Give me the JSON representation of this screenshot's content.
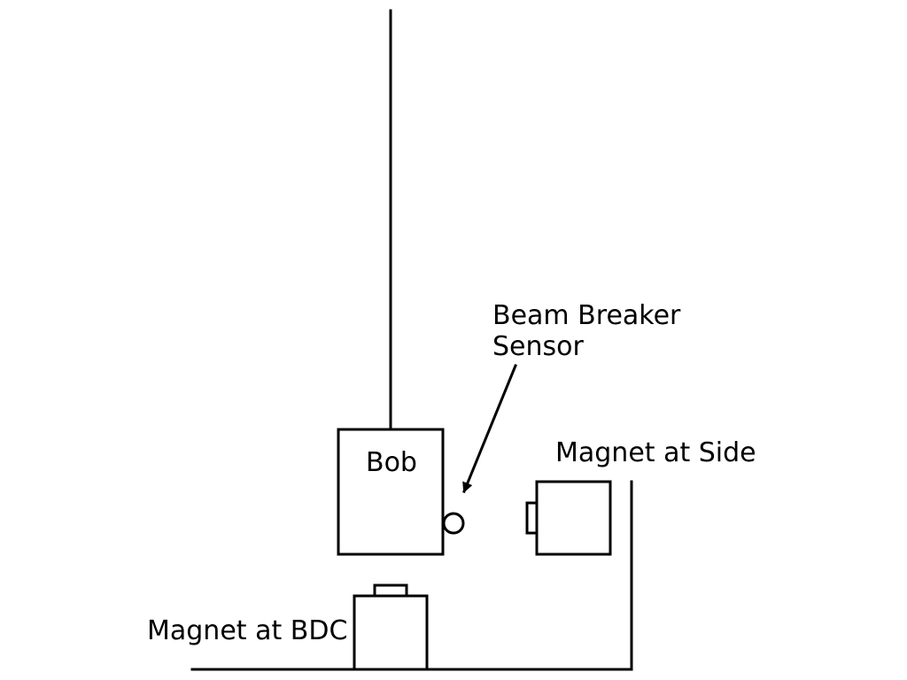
{
  "labels": {
    "bob": "Bob",
    "sensor_line1": "Beam Breaker",
    "sensor_line2": "Sensor",
    "magnet_side": "Magnet at Side",
    "magnet_bdc": "Magnet at BDC"
  },
  "colors": {
    "stroke": "#000000",
    "background": "#ffffff"
  }
}
